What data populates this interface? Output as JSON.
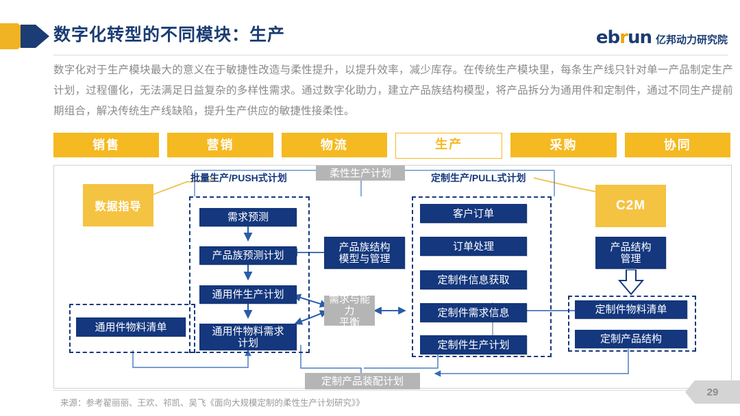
{
  "header": {
    "title": "数字化转型的不同模块：生产",
    "logo_main": "eb",
    "logo_accent": "r",
    "logo_tail": "un",
    "logo_cn": "亿邦动力研究院",
    "arrow_yellow": "chevron-arrow-yellow",
    "arrow_blue": "chevron-arrow-blue"
  },
  "paragraph": "数字化对于生产模块最大的意义在于敏捷性改造与柔性提升，以提升效率，减少库存。在传统生产模块里，每条生产线只针对单一产品制定生产计划，过程僵化，无法满足日益复杂的多样性需求。通过数字化助力，建立产品族结构模型，将产品拆分为通用件和定制件，通过不同生产提前期组合，解决传统生产线缺陷，提升生产供应的敏捷性接柔性。",
  "tabs": [
    {
      "label": "销售",
      "active": false
    },
    {
      "label": "营销",
      "active": false
    },
    {
      "label": "物流",
      "active": false
    },
    {
      "label": "生产",
      "active": true
    },
    {
      "label": "采购",
      "active": false
    },
    {
      "label": "协同",
      "active": false
    }
  ],
  "diagram": {
    "group_labels": {
      "push": "批量生产/PUSH式计划",
      "pull": "定制生产/PULL式计划"
    },
    "gray_boxes": {
      "flexible_plan": "柔性生产计划",
      "capacity_balance": "需求与能力\n平衡",
      "capacity_balance_l1": "需求与能力",
      "capacity_balance_l2": "平衡",
      "assembly_plan": "定制产品装配计划"
    },
    "yellow_boxes": {
      "data_guide": "数据指导",
      "c2m": "C2M"
    },
    "push_chain": [
      "需求预测",
      "产品族预测计划",
      "通用件生产计划",
      "通用件物料需求计划"
    ],
    "push_chain_last_l1": "通用件物料需求",
    "push_chain_last_l2": "计划",
    "pull_chain": [
      "客户订单",
      "订单处理",
      "定制件信息获取",
      "定制件需求信息",
      "定制件生产计划"
    ],
    "center_box_l1": "产品族结构",
    "center_box_l2": "模型与管理",
    "right_box_l1": "产品结构",
    "right_box_l2": "管理",
    "left_dashed_box": "通用件物料清单",
    "right_dashed_boxes": [
      "定制件物料清单",
      "定制产品结构"
    ]
  },
  "footer": {
    "source": "来源：参考翟丽丽、王欢、祁凯、吴飞《面向大规模定制的柔性生产计划研究》》",
    "page_number": "29"
  },
  "colors": {
    "brand_blue": "#14377d",
    "brand_yellow": "#f5b921",
    "gray": "#b5b5b5",
    "title_blue": "#1b3c74"
  }
}
